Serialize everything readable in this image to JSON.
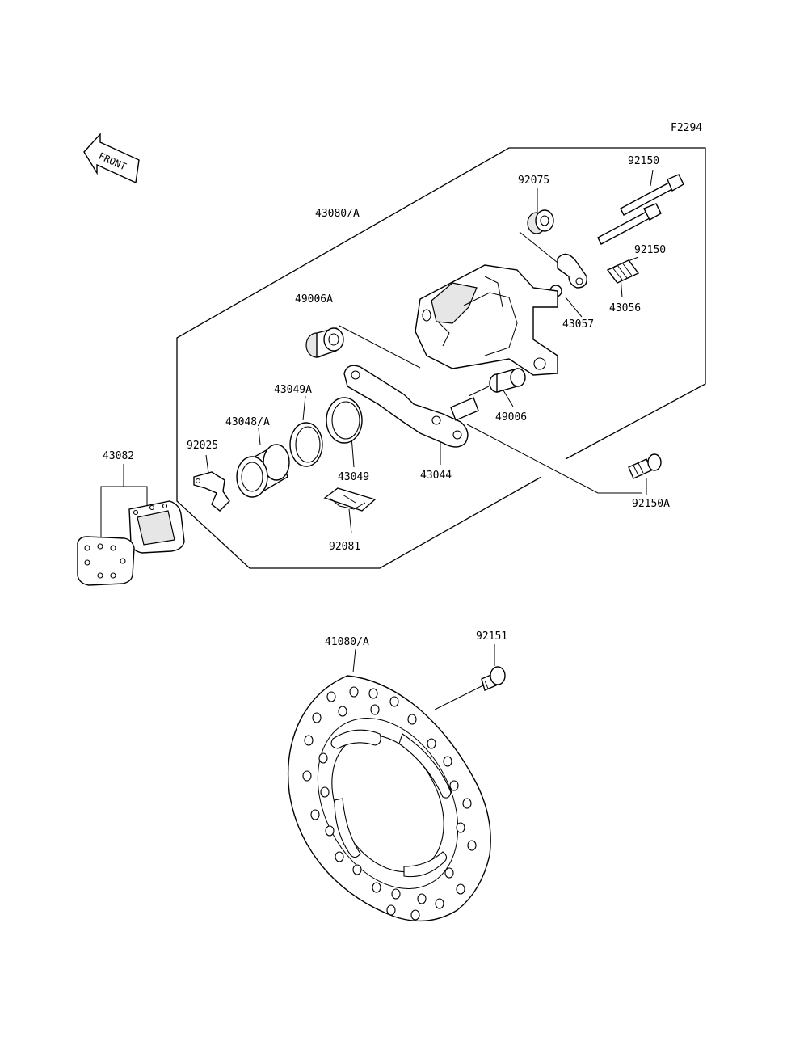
{
  "figure_code": "F2294",
  "front_label": "FRONT",
  "labels": {
    "caliper_assy": "43080/A",
    "pin_92150_top": "92150",
    "seal_92075": "92075",
    "pin_92150_mid": "92150",
    "bleeder_43056": "43056",
    "pad_spring_43057": "43057",
    "boot_49006A": "49006A",
    "seal_43049A": "43049A",
    "piston_43048": "43048/A",
    "spring_92025": "92025",
    "seal_43049": "43049",
    "holder_43044": "43044",
    "boot_49006": "49006",
    "bolt_92150A": "92150A",
    "spring_92081": "92081",
    "pads_43082": "43082",
    "disc_41080": "41080/A",
    "bolt_92151": "92151"
  }
}
